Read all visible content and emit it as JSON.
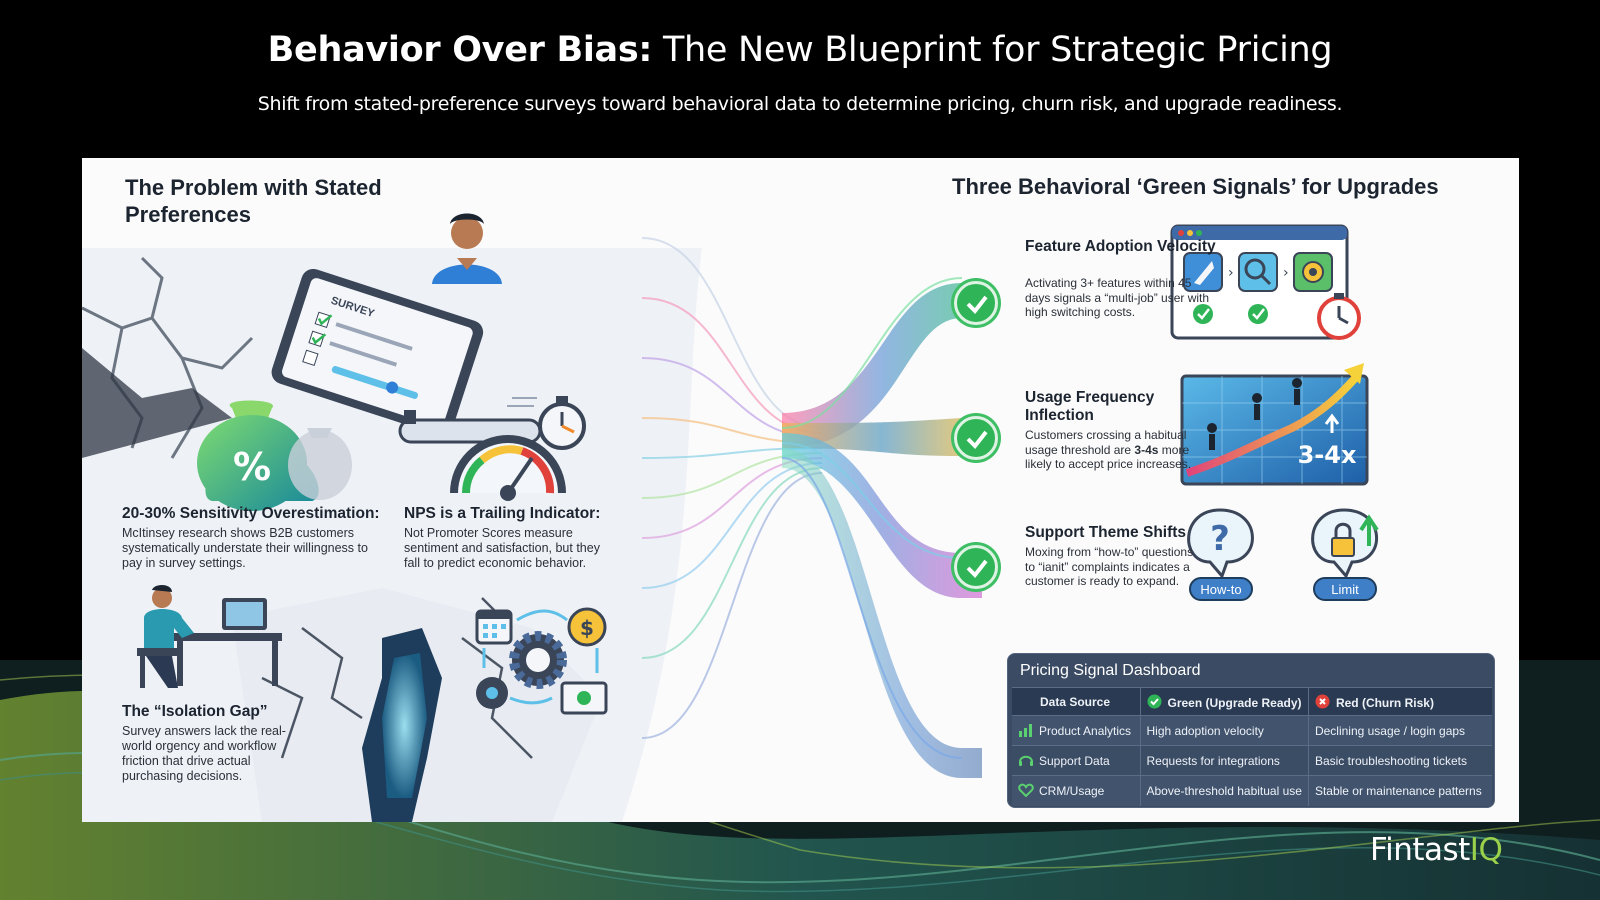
{
  "header": {
    "title_bold": "Behavior Over Bias:",
    "title_rest": "The New Blueprint for Strategic Pricing",
    "subtitle": "Shift from stated-preference surveys toward behavioral data to determine pricing, churn risk, and upgrade readiness."
  },
  "left": {
    "heading": "The Problem with Stated Preferences",
    "survey_label": "SURVEY",
    "sensitivity": {
      "title": "20-30% Sensitivity Overestimation:",
      "text": "McItinsey research shows B2B customers systematically understate their willingness to pay in survey settings."
    },
    "nps": {
      "title": "NPS is a Trailing Indicator:",
      "text": "Not Promoter Scores measure sentiment and satisfaction, but they fall to predict economic behavior."
    },
    "isolation": {
      "title": "The “Isolation Gap”",
      "text": "Survey answers lack the real-world orgency and workflow friction that drive actual purchasing decisions."
    }
  },
  "right": {
    "heading": "Three Behavioral ‘Green Signals’ for Upgrades",
    "signals": [
      {
        "title": "Feature Adoption Velocity",
        "text": "Activating 3+ features within 45 days signals a “multi-job” user with high switching costs."
      },
      {
        "title": "Usage Frequency Inflection",
        "text_before": "Customers crossing a habitual usage threshold are ",
        "text_bold": "3-4s",
        "text_after": " more likely to accept price increases."
      },
      {
        "title": "Support Theme Shifts",
        "text": "Moxing from “how-to” questions to “ianit” complaints indicates a customer is ready to expand."
      }
    ],
    "multiplier_label": "3-4x",
    "howto_label": "How-to",
    "limit_label": "Limit"
  },
  "dashboard": {
    "title": "Pricing Signal Dashboard",
    "columns": [
      "Data Source",
      "Green (Upgrade Ready)",
      "Red (Churn Risk)"
    ],
    "rows": [
      {
        "icon": "bar-chart-icon",
        "source": "Product Analytics",
        "green": "High adoption velocity",
        "red": "Declining usage / login gaps"
      },
      {
        "icon": "headset-icon",
        "source": "Support Data",
        "green": "Requests for integrations",
        "red": "Basic troubleshooting tickets"
      },
      {
        "icon": "heart-icon",
        "source": "CRM/Usage",
        "green": "Above-threshold habitual use",
        "red": "Stable or maintenance patterns"
      }
    ]
  },
  "brand": {
    "name": "Fintast",
    "accent": "IQ"
  },
  "colors": {
    "check_green": "#2fb457",
    "red_badge": "#e0413a",
    "dashboard_bg": "#3a4b63",
    "brand_accent": "#9ad14b"
  }
}
